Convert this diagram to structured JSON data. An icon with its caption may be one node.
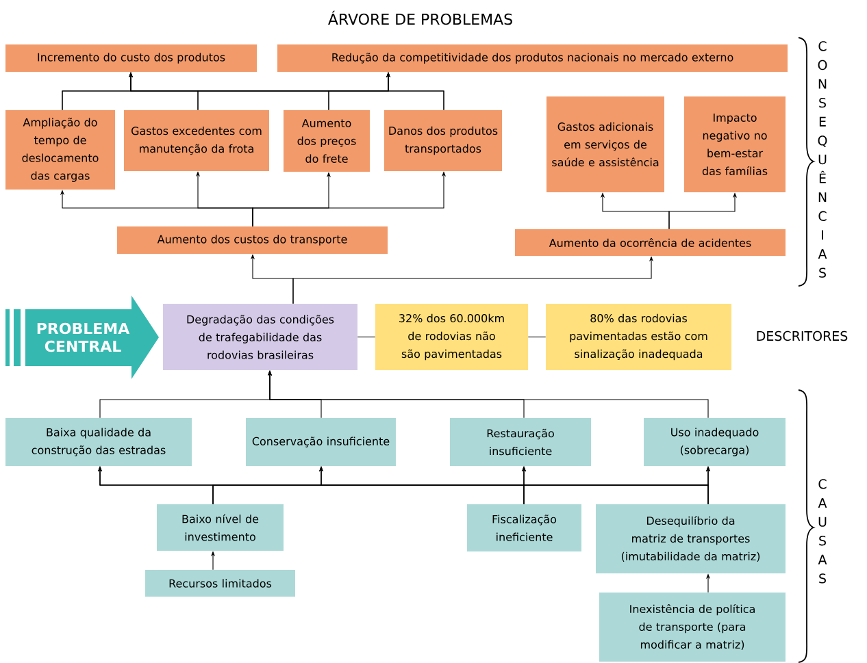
{
  "diagram": {
    "title": "ÁRVORE DE PROBLEMAS",
    "nodes": [
      {
        "text": [
          "Incremento do custo dos produtos"
        ]
      },
      {
        "text": [
          "Redução da competitividade dos produtos nacionais no mercado externo"
        ]
      },
      {
        "text": [
          "Ampliação do tempo de deslocamento das cargas"
        ]
      },
      {
        "text": [
          "Gastos excedentes com manutenção da frota"
        ]
      },
      {
        "text": [
          "Aumento dos preços do frete"
        ]
      },
      {
        "text": [
          "Danos dos produtos transportados"
        ]
      },
      {
        "text": [
          "Gastos adicionais em serviços de saúde e assistência"
        ]
      },
      {
        "text": [
          "Impacto negativo no bem-estar das famílias"
        ]
      },
      {
        "text": [
          "Aumento dos custos do transporte"
        ]
      },
      {
        "text": [
          "Aumento da ocorrência de acidentes"
        ]
      },
      {
        "text": [
          "PROBLEMA CENTRAL"
        ]
      },
      {
        "text": [
          "Degradação das condições de trafegabilidade das rodovias brasileiras"
        ]
      },
      {
        "text": [
          "32% dos 60.000km de rodovias não são pavimentadas"
        ]
      },
      {
        "text": [
          "80% das rodovias pavimentadas estão com sinalização inadequada"
        ]
      },
      {
        "text": [
          "Baixa qualidade da construção das estradas"
        ]
      },
      {
        "text": [
          "Conservação insuficiente"
        ]
      },
      {
        "text": [
          "Restauração insuficiente"
        ]
      },
      {
        "text": [
          "Uso inadequado (sobrecarga)"
        ]
      },
      {
        "text": [
          "Baixo nível de investimento"
        ]
      },
      {
        "text": [
          "Fiscalização ineficiente"
        ]
      },
      {
        "text": [
          "Desequilíbrio da matriz de transportes (imutabilidade da matriz)"
        ]
      },
      {
        "text": [
          "Recursos limitados"
        ]
      },
      {
        "text": [
          "Inexistência de política de transporte (para modificar a matriz)"
        ]
      }
    ],
    "edges": [
      {
        "from": 2,
        "to": 0,
        "arrow": "to"
      },
      {
        "from": 3,
        "to": 0,
        "arrow": "to"
      },
      {
        "from": 4,
        "to": 0,
        "arrow": "to"
      },
      {
        "from": 5,
        "to": 0,
        "arrow": "to"
      },
      {
        "from": 2,
        "to": 1,
        "arrow": "to"
      },
      {
        "from": 3,
        "to": 1,
        "arrow": "to"
      },
      {
        "from": 4,
        "to": 1,
        "arrow": "to"
      },
      {
        "from": 5,
        "to": 1,
        "arrow": "to"
      },
      {
        "from": 8,
        "to": 2,
        "arrow": "to"
      },
      {
        "from": 8,
        "to": 3,
        "arrow": "to"
      },
      {
        "from": 8,
        "to": 4,
        "arrow": "to"
      },
      {
        "from": 8,
        "to": 5,
        "arrow": "to"
      },
      {
        "from": 9,
        "to": 6,
        "arrow": "to"
      },
      {
        "from": 9,
        "to": 7,
        "arrow": "to"
      },
      {
        "from": 11,
        "to": 8,
        "arrow": "to"
      },
      {
        "from": 11,
        "to": 9,
        "arrow": "to"
      },
      {
        "from": 11,
        "to": 12,
        "arrow": "none"
      },
      {
        "from": 12,
        "to": 13,
        "arrow": "none"
      },
      {
        "from": 14,
        "to": 11,
        "arrow": "to"
      },
      {
        "from": 15,
        "to": 11,
        "arrow": "to"
      },
      {
        "from": 16,
        "to": 11,
        "arrow": "to"
      },
      {
        "from": 17,
        "to": 11,
        "arrow": "to"
      },
      {
        "from": 18,
        "to": 14,
        "arrow": "to"
      },
      {
        "from": 18,
        "to": 15,
        "arrow": "to"
      },
      {
        "from": 18,
        "to": 16,
        "arrow": "to"
      },
      {
        "from": 18,
        "to": 17,
        "arrow": "to"
      },
      {
        "from": 19,
        "to": 14,
        "arrow": "to"
      },
      {
        "from": 19,
        "to": 15,
        "arrow": "to"
      },
      {
        "from": 19,
        "to": 16,
        "arrow": "to"
      },
      {
        "from": 19,
        "to": 17,
        "arrow": "to"
      },
      {
        "from": 20,
        "to": 14,
        "arrow": "to"
      },
      {
        "from": 20,
        "to": 15,
        "arrow": "to"
      },
      {
        "from": 20,
        "to": 16,
        "arrow": "to"
      },
      {
        "from": 20,
        "to": 17,
        "arrow": "to"
      },
      {
        "from": 21,
        "to": 18,
        "arrow": "to"
      },
      {
        "from": 22,
        "to": 20,
        "arrow": "to"
      }
    ],
    "labels": [
      "CONSEQUÊNCIAS",
      "DESCRITORES",
      "CAUSAS"
    ]
  }
}
